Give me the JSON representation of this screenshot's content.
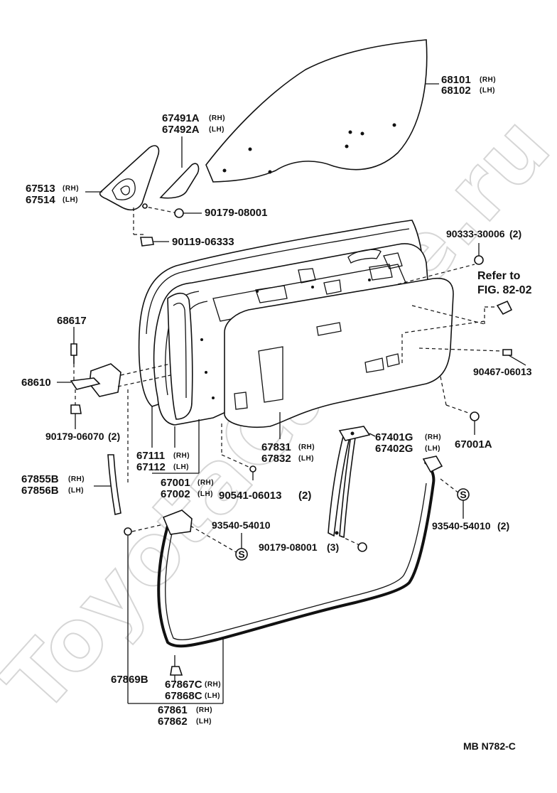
{
  "diagram_code": "MB N782-C",
  "watermark": "ToyotaCarMe.ru",
  "reference": {
    "line1": "Refer to",
    "line2": "FIG. 82-02"
  },
  "labels": {
    "p68101": {
      "number": "68101",
      "suffix": "(RH)"
    },
    "p68102": {
      "number": "68102",
      "suffix": "(LH)"
    },
    "p67491a": {
      "number": "67491A",
      "suffix": "(RH)"
    },
    "p67492a": {
      "number": "67492A",
      "suffix": "(LH)"
    },
    "p67513": {
      "number": "67513",
      "suffix": "(RH)"
    },
    "p67514": {
      "number": "67514",
      "suffix": "(LH)"
    },
    "p90179_08001_top": {
      "number": "90179-08001",
      "suffix": ""
    },
    "p90119_06333": {
      "number": "90119-06333",
      "suffix": ""
    },
    "p90333_30006": {
      "number": "90333-30006",
      "suffix": "(2)"
    },
    "p68617": {
      "number": "68617",
      "suffix": ""
    },
    "p68610": {
      "number": "68610",
      "suffix": ""
    },
    "p90179_06070": {
      "number": "90179-06070",
      "suffix": "(2)"
    },
    "p90467_06013": {
      "number": "90467-06013",
      "suffix": ""
    },
    "p67111": {
      "number": "67111",
      "suffix": "(RH)"
    },
    "p67112": {
      "number": "67112",
      "suffix": "(LH)"
    },
    "p67001": {
      "number": "67001",
      "suffix": "(RH)"
    },
    "p67002": {
      "number": "67002",
      "suffix": "(LH)"
    },
    "p67831": {
      "number": "67831",
      "suffix": "(RH)"
    },
    "p67832": {
      "number": "67832",
      "suffix": "(LH)"
    },
    "p67401g": {
      "number": "67401G",
      "suffix": "(RH)"
    },
    "p67402g": {
      "number": "67402G",
      "suffix": "(LH)"
    },
    "p67001a": {
      "number": "67001A",
      "suffix": ""
    },
    "p67855b": {
      "number": "67855B",
      "suffix": "(RH)"
    },
    "p67856b": {
      "number": "67856B",
      "suffix": "(LH)"
    },
    "p90541_06013": {
      "number": "90541-06013",
      "suffix": "(2)"
    },
    "p93540_54010_left": {
      "number": "93540-54010",
      "suffix": ""
    },
    "p93540_54010_right": {
      "number": "93540-54010",
      "suffix": "(2)"
    },
    "p90179_08001_mid": {
      "number": "90179-08001",
      "suffix": "(3)"
    },
    "p67869b": {
      "number": "67869B",
      "suffix": ""
    },
    "p67867c": {
      "number": "67867C",
      "suffix": "(RH)"
    },
    "p67868c": {
      "number": "67868C",
      "suffix": "(LH)"
    },
    "p67861": {
      "number": "67861",
      "suffix": "(RH)"
    },
    "p67862": {
      "number": "67862",
      "suffix": "(LH)"
    }
  },
  "symbols": {
    "seal_mark": "S"
  }
}
